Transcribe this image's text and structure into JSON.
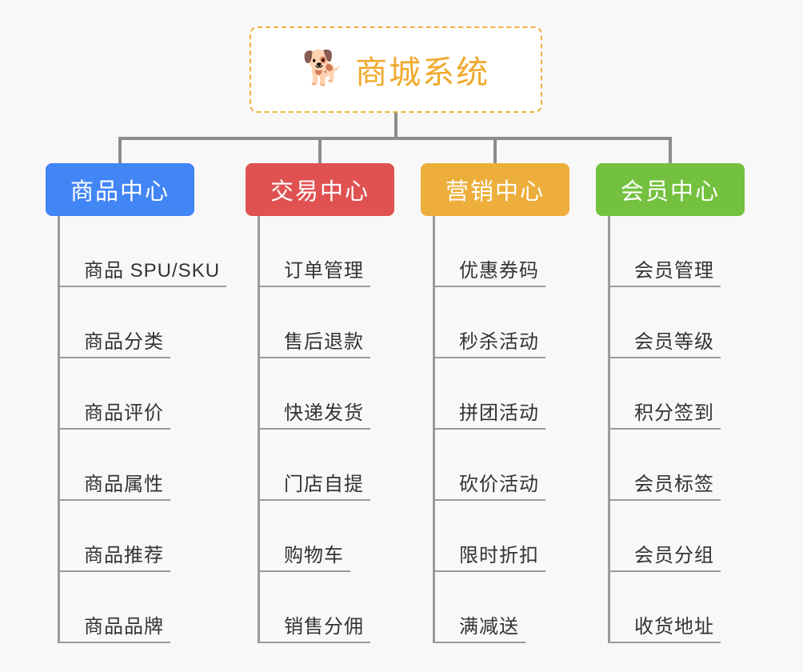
{
  "background_color": "#f8f8f8",
  "root": {
    "icon": "shiba-dog-face-emoji",
    "icon_glyph": "🐕",
    "title": "商城系统",
    "border_color": "#f2b13c",
    "text_color": "#f0a92c",
    "fill_color": "#ffffff"
  },
  "connector_color": "#8c8c8c",
  "categories": [
    {
      "label": "商品中心",
      "color": "#4285f4",
      "items": [
        "商品 SPU/SKU",
        "商品分类",
        "商品评价",
        "商品属性",
        "商品推荐",
        "商品品牌"
      ]
    },
    {
      "label": "交易中心",
      "color": "#e05252",
      "items": [
        "订单管理",
        "售后退款",
        "快递发货",
        "门店自提",
        "购物车",
        "销售分佣"
      ]
    },
    {
      "label": "营销中心",
      "color": "#edae3c",
      "items": [
        "优惠券码",
        "秒杀活动",
        "拼团活动",
        "砍价活动",
        "限时折扣",
        "满减送"
      ]
    },
    {
      "label": "会员中心",
      "color": "#73c13e",
      "items": [
        "会员管理",
        "会员等级",
        "积分签到",
        "会员标签",
        "会员分组",
        "收货地址"
      ]
    }
  ]
}
